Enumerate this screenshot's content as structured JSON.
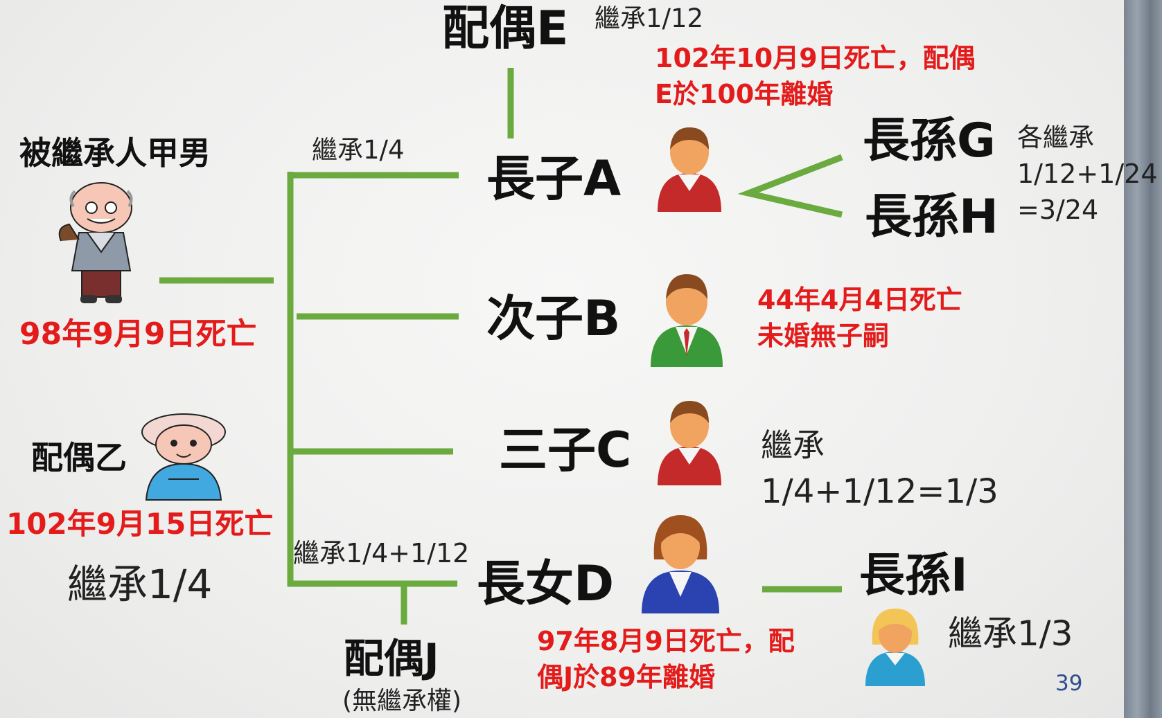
{
  "colors": {
    "line": "#6aaa3f",
    "note": "#e31b1b",
    "page_number": "#2f4e8c"
  },
  "decedent": {
    "name": "被繼承人甲男",
    "death": "98年9月9日死亡",
    "icon": "old-man-icon"
  },
  "spouse_yi": {
    "name": "配偶乙",
    "death": "102年9月15日死亡",
    "inherit": "繼承1/4",
    "icon": "old-woman-icon"
  },
  "spouse_e": {
    "name": "配偶E",
    "inherit": "繼承1/12"
  },
  "son_a": {
    "name": "長子A",
    "inherit": "繼承1/4",
    "note_line1": "102年10月9日死亡，配偶",
    "note_line2": "E於100年離婚",
    "icon": "man-red-sweater-icon"
  },
  "grandson_g": {
    "name": "長孫G"
  },
  "grandson_h": {
    "name": "長孫H"
  },
  "gh_share": {
    "line1": "各繼承",
    "line2": "1/12+1/24",
    "line3": "=3/24"
  },
  "son_b": {
    "name": "次子B",
    "note_line1": "44年4月4日死亡",
    "note_line2": "未婚無子嗣",
    "icon": "man-green-suit-icon"
  },
  "son_c": {
    "name": "三子C",
    "inherit_line1": "繼承",
    "inherit_line2": "1/4+1/12=1/3",
    "icon": "man-red-sweater-icon"
  },
  "daughter_d": {
    "name": "長女D",
    "inherit": "繼承1/4+1/12",
    "note_line1": "97年8月9日死亡，配",
    "note_line2": "偶J於89年離婚",
    "icon": "woman-blue-suit-icon"
  },
  "spouse_j": {
    "name": "配偶J",
    "note": "(無繼承權)"
  },
  "grandson_i": {
    "name": "長孫I",
    "inherit": "繼承1/3",
    "icon": "girl-blue-icon"
  },
  "page_number": "39"
}
